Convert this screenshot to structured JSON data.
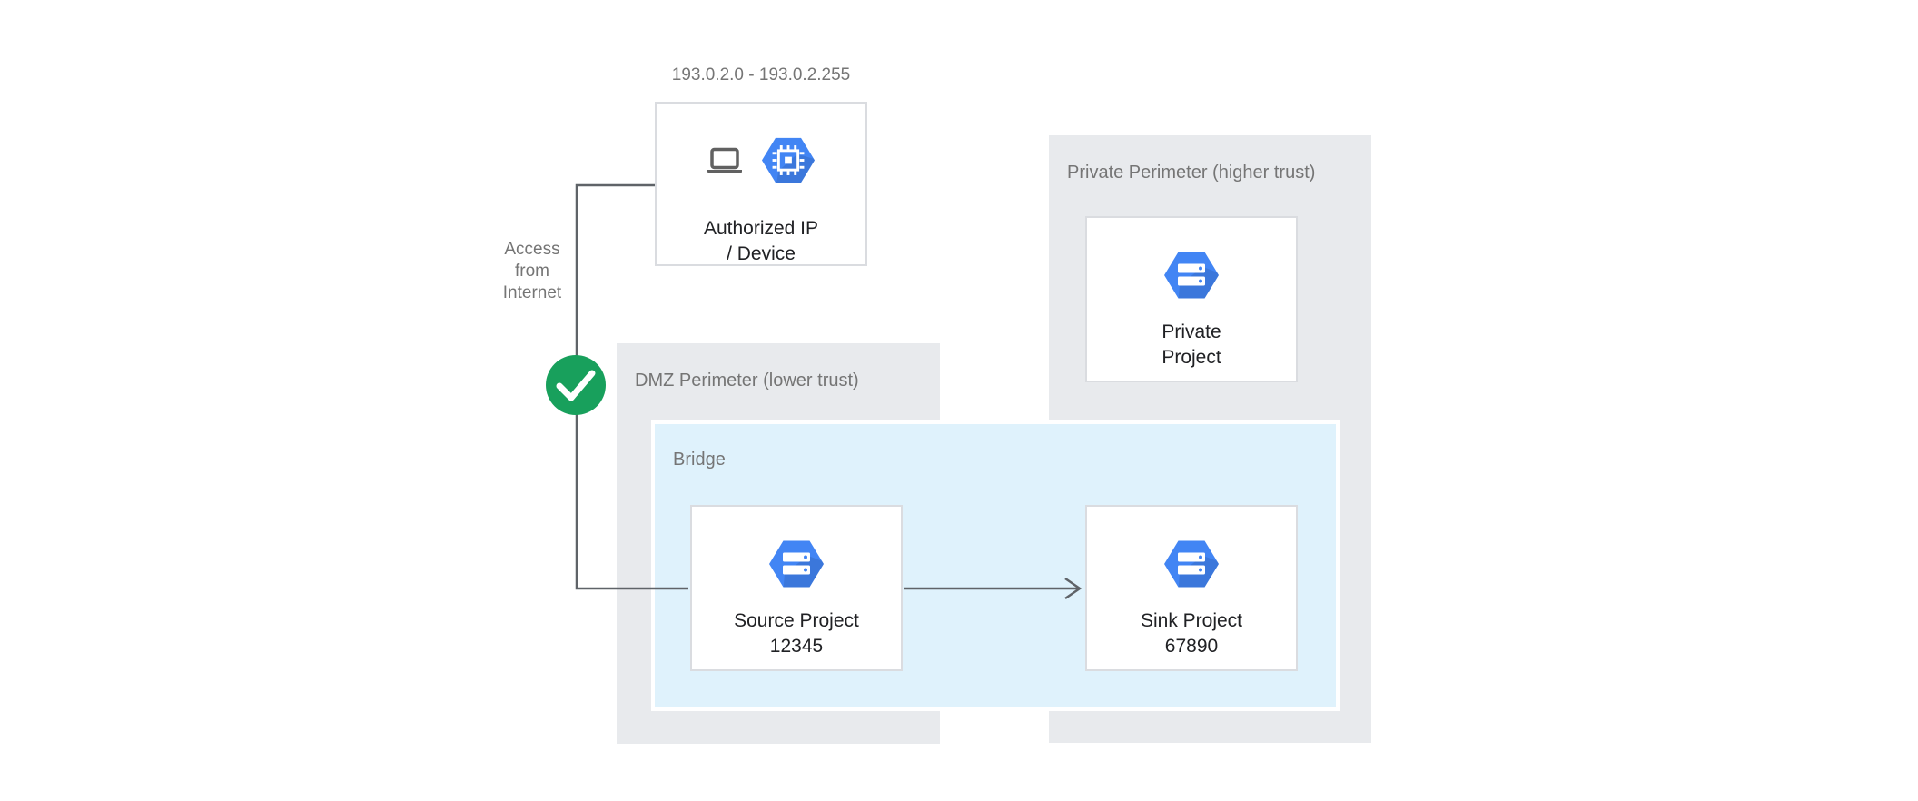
{
  "diagram": {
    "ip_range_label": "193.0.2.0 - 193.0.2.255",
    "access_label": {
      "line1": "Access",
      "line2": "from",
      "line3": "Internet"
    },
    "authorized_device": {
      "title_line1": "Authorized IP",
      "title_line2": "/ Device",
      "icons": [
        "laptop-icon",
        "cpu-chip-hexagon-icon"
      ]
    },
    "access_check": {
      "icon": "check-circle-icon"
    },
    "dmz_perimeter": {
      "label": "DMZ Perimeter (lower trust)"
    },
    "bridge": {
      "label": "Bridge"
    },
    "private_perimeter": {
      "label": "Private Perimeter (higher trust)"
    },
    "source_project": {
      "name": "Source Project",
      "id": "12345",
      "icon": "server-hexagon-icon"
    },
    "sink_project": {
      "name": "Sink Project",
      "id": "67890",
      "icon": "server-hexagon-icon"
    },
    "private_project": {
      "name_line1": "Private",
      "name_line2": "Project",
      "icon": "server-hexagon-icon"
    },
    "colors": {
      "perimeter_bg": "#E8EAED",
      "bridge_bg": "#DFF2FC",
      "bridge_border": "#FFFFFF",
      "node_bg": "#FFFFFF",
      "node_border": "#DADCE0",
      "hexagon_blue": "#4285F4",
      "check_green": "#18A05C",
      "connector_gray": "#5F6368",
      "label_gray": "#757575",
      "title_dark": "#202124",
      "laptop_gray": "#616161"
    }
  }
}
